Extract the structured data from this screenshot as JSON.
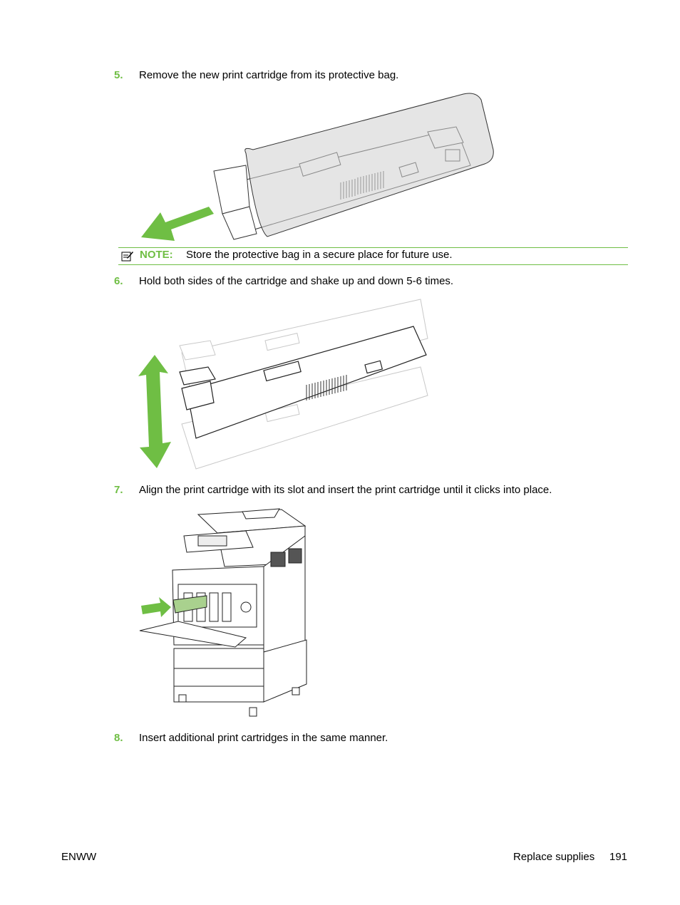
{
  "steps": [
    {
      "number": "5.",
      "text": "Remove the new print cartridge from its protective bag."
    },
    {
      "number": "6.",
      "text": "Hold both sides of the cartridge and shake up and down 5-6 times."
    },
    {
      "number": "7.",
      "text": "Align the print cartridge with its slot and insert the print cartridge until it clicks into place."
    },
    {
      "number": "8.",
      "text": "Insert additional print cartridges in the same manner."
    }
  ],
  "note": {
    "icon": "note-pencil-icon",
    "label": "NOTE:",
    "text": "Store the protective bag in a secure place for future use."
  },
  "footer": {
    "left": "ENWW",
    "section": "Replace supplies",
    "page_number": "191"
  },
  "colors": {
    "accent_green": "#6fbe44",
    "line_art": "#333333",
    "bag_gray": "#cfcfcf"
  }
}
